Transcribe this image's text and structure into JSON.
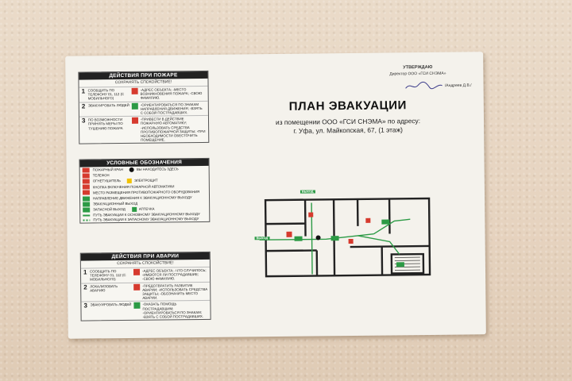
{
  "colors": {
    "accent_red": "#d63a2e",
    "accent_green": "#2c9a45",
    "text": "#222222"
  },
  "approve": {
    "title": "УТВЕРЖДАЮ",
    "position": "Директор ООО «ГСИ СНЭМА»",
    "name": "/Андреев Д.В./"
  },
  "header": {
    "title": "ПЛАН ЭВАКУАЦИИ",
    "line1": "из помещении ООО «ГСИ СНЭМА» по адресу:",
    "line2": "г. Уфа, ул. Майкопская, 67, (1 этаж)"
  },
  "fire": {
    "head": "ДЕЙСТВИЯ ПРИ ПОЖАРЕ",
    "sub": "СОХРАНЯТЬ СПОКОЙСТВИЕ!",
    "steps": [
      {
        "num": "1",
        "what": "СООБЩИТЬ ПО ТЕЛЕФОНУ 01, 112 (С МОБИЛЬНОГО)",
        "how": "-АДРЕС ОБЪЕКТА; -МЕСТО ВОЗНИКНОВЕНИЯ ПОЖАРА; -СВОЮ ФАМИЛИЮ."
      },
      {
        "num": "2",
        "what": "ЭВАКУИРОВАТЬ ЛЮДЕЙ",
        "how": "-ОРИЕНТИРОВАТЬСЯ ПО ЗНАКАМ НАПРАВЛЕНИЯ ДВИЖЕНИЯ; -ВЗЯТЬ С СОБОЙ ПОСТРАДАВШИХ."
      },
      {
        "num": "3",
        "what": "ПО ВОЗМОЖНОСТИ ПРИНЯТЬ МЕРЫ ПО ТУШЕНИЮ ПОЖАРА",
        "how": "-ПРИВЕСТИ В ДЕЙСТВИЕ ПОЖАРНУЮ АВТОМАТИКУ; -ИСПОЛЬЗОВАТЬ СРЕДСТВА ПРОТИВОПОЖАРНОЙ ЗАЩИТЫ; -ПРИ НЕОБХОДИМОСТИ ОБЕСТОЧИТЬ ПОМЕЩЕНИЕ."
      }
    ]
  },
  "legend": {
    "head": "УСЛОВНЫЕ ОБОЗНАЧЕНИЯ",
    "items": [
      {
        "label": "ПОЖАРНЫЙ КРАН",
        "label2": "ВЫ НАХОДИТЕСЬ ЗДЕСЬ"
      },
      {
        "label": "ТЕЛЕФОН",
        "label2": ""
      },
      {
        "label": "ОГНЕТУШИТЕЛЬ",
        "label2": "ЭЛЕКТРОЩИТ"
      },
      {
        "label": "КНОПКА ВКЛЮЧЕНИЯ ПОЖАРНОЙ АВТОМАТИКИ",
        "label2": ""
      },
      {
        "label": "МЕСТО РАЗМЕЩЕНИЯ ПРОТИВОПОЖАРНОГО ОБОРУДОВАНИЯ",
        "label2": ""
      },
      {
        "label": "НАПРАВЛЕНИЕ ДВИЖЕНИЯ К ЭВАКУАЦИОННОМУ ВЫХОДУ",
        "label2": ""
      },
      {
        "label": "ЭВАКУАЦИОННЫЙ ВЫХОД",
        "label2": ""
      },
      {
        "label": "ЗАПАСНОЙ ВЫХОД",
        "label2": "АПТЕЧКА"
      },
      {
        "label": "ПУТЬ ЭВАКУАЦИИ К ОСНОВНОМУ ЭВАКУАЦИОННОМУ ВЫХОДУ",
        "label2": ""
      },
      {
        "label": "ПУТЬ ЭВАКУАЦИИ К ЗАПАСНОМУ ЭВАКУАЦИОННОМУ ВЫХОДУ",
        "label2": ""
      }
    ]
  },
  "accident": {
    "head": "ДЕЙСТВИЯ ПРИ АВАРИИ",
    "sub": "СОХРАНЯТЬ СПОКОЙСТВИЕ!",
    "steps": [
      {
        "num": "1",
        "what": "СООБЩИТЬ ПО ТЕЛЕФОНУ 01, 112 (С МОБИЛЬНОГО)",
        "how": "-АДРЕС ОБЪЕКТА; -ЧТО СЛУЧИЛОСЬ; -ИМЕЮТСЯ ЛИ ПОСТРАДАВШИЕ; -СВОЮ ФАМИЛИЮ."
      },
      {
        "num": "2",
        "what": "ЛОКАЛИЗОВАТЬ АВАРИЮ",
        "how": "-ПРЕДОТВРАТИТЬ РАЗВИТИЕ АВАРИИ; -ИСПОЛЬЗОВАТЬ СРЕДСТВА ЗАЩИТЫ; -ОБОЗНАЧИТЬ МЕСТО АВАРИИ."
      },
      {
        "num": "3",
        "what": "ЭВАКУИРОВАТЬ ЛЮДЕЙ",
        "how": "-ОКАЗАТЬ ПОМОЩЬ ПОСТРАДАВШИМ; -ОРИЕНТИРОВАТЬСЯ ПО ЗНАКАМ; -ВЗЯТЬ С СОБОЙ ПОСТРАДАВШИХ."
      }
    ]
  },
  "plan": {
    "exit_top": "ВЫХОД",
    "exit_left": "ВЫХОД"
  }
}
